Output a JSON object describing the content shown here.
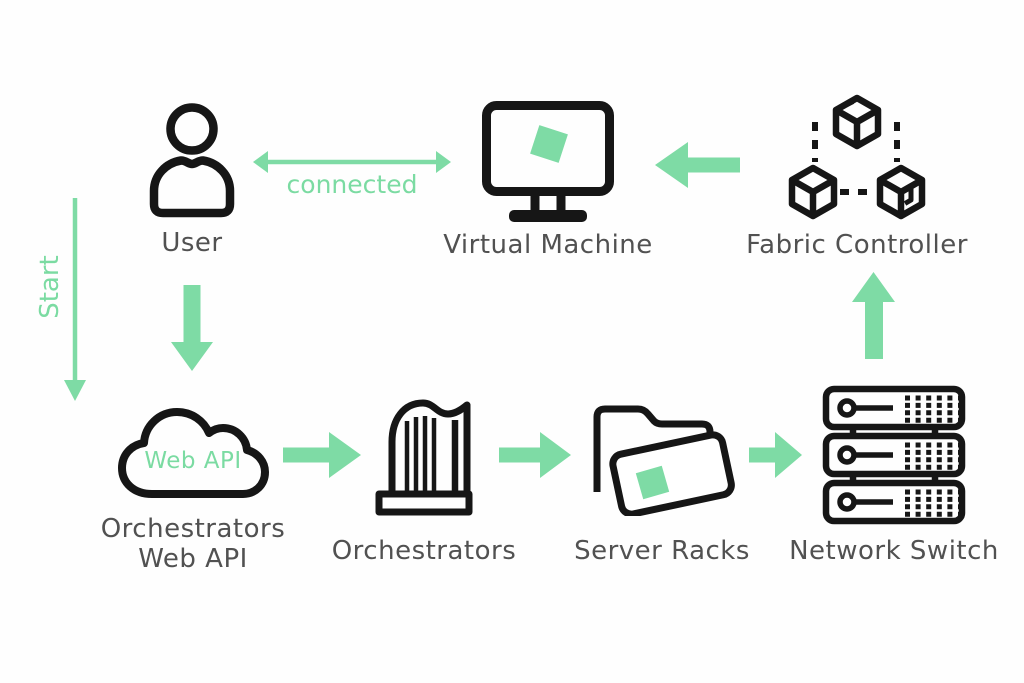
{
  "theme": {
    "accent": "#7edba5",
    "accent_text": "#7bdba2",
    "label_color": "#515151",
    "icon_color": "#161616",
    "background": "#fefefe"
  },
  "diagram_title": "",
  "nodes": {
    "user": {
      "label": "User",
      "icon": "user-icon"
    },
    "virtual_machine": {
      "label": "Virtual Machine",
      "icon": "monitor-icon"
    },
    "fabric_controller": {
      "label": "Fabric Controller",
      "icon": "linked-cubes-icon"
    },
    "orchestrators_web_api": {
      "label_line1": "Orchestrators",
      "label_line2": "Web API",
      "badge": "Web API",
      "icon": "cloud-icon"
    },
    "orchestrators": {
      "label": "Orchestrators",
      "icon": "harp-icon"
    },
    "server_racks": {
      "label": "Server Racks",
      "icon": "open-folder-icon"
    },
    "network_switch": {
      "label": "Network Switch",
      "icon": "server-stack-icon"
    }
  },
  "edges": {
    "start": {
      "label": "Start",
      "direction": "down",
      "to": "Orchestrators Web API"
    },
    "connected": {
      "label": "connected",
      "direction": "bidirectional",
      "between": [
        "User",
        "Virtual Machine"
      ]
    },
    "user_to_web_api": {
      "from": "User",
      "to": "Orchestrators Web API",
      "direction": "down"
    },
    "web_api_to_orchestrators": {
      "from": "Orchestrators Web API",
      "to": "Orchestrators",
      "direction": "right"
    },
    "orchestrators_to_server_racks": {
      "from": "Orchestrators",
      "to": "Server Racks",
      "direction": "right"
    },
    "server_racks_to_network_switch": {
      "from": "Server Racks",
      "to": "Network Switch",
      "direction": "right"
    },
    "network_switch_to_fabric_controller": {
      "from": "Network Switch",
      "to": "Fabric Controller",
      "direction": "up"
    },
    "fabric_controller_to_virtual_machine": {
      "from": "Fabric Controller",
      "to": "Virtual Machine",
      "direction": "left"
    }
  }
}
